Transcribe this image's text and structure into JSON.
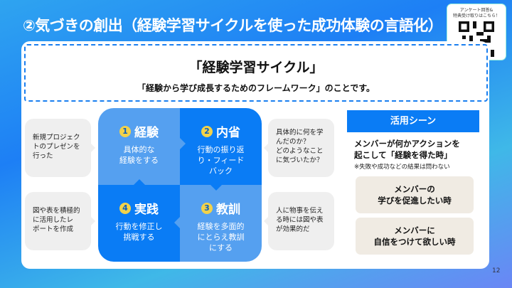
{
  "title": "②気づきの創出（経験学習サイクルを使った成功体験の言語化）",
  "qr": {
    "caption_line1": "アンケート回答&",
    "caption_line2": "特典受け取りはこちら！"
  },
  "definition": {
    "heading": "「経験学習サイクル」",
    "subheading": "「経験から学び成長するためのフレームワーク」のことです。"
  },
  "cycle": [
    {
      "num": "1",
      "label": "経験",
      "text1": "具体的な",
      "text2": "経験をする",
      "text3": ""
    },
    {
      "num": "2",
      "label": "内省",
      "text1": "行動の振り返",
      "text2": "り・フィード",
      "text3": "バック"
    },
    {
      "num": "3",
      "label": "教訓",
      "text1": "経験を多面的",
      "text2": "にとらえ教訓",
      "text3": "にする"
    },
    {
      "num": "4",
      "label": "実践",
      "text1": "行動を修正し",
      "text2": "挑戦する",
      "text3": ""
    }
  ],
  "bubbles": {
    "exp": [
      "新規プロジェク",
      "トのプレゼンを",
      "行った"
    ],
    "ref": [
      "具体的に何を学",
      "んだのか？",
      "どのようなこと",
      "に気づいたか？"
    ],
    "les": [
      "人に物事を伝え",
      "る時には図や表",
      "が効果的だ"
    ],
    "prac": [
      "図や表を積極的",
      "に活用したレ",
      "ポートを作成"
    ]
  },
  "scene": {
    "header": "活用シーン",
    "line1": "メンバーが何かアクションを",
    "line2": "起こして「経験を得た時」",
    "note": "※失敗や成功などの結果は問わない",
    "box1": [
      "メンバーの",
      "学びを促進したい時"
    ],
    "box2": [
      "メンバーに",
      "自信をつけて欲しい時"
    ]
  },
  "page_number": "12"
}
